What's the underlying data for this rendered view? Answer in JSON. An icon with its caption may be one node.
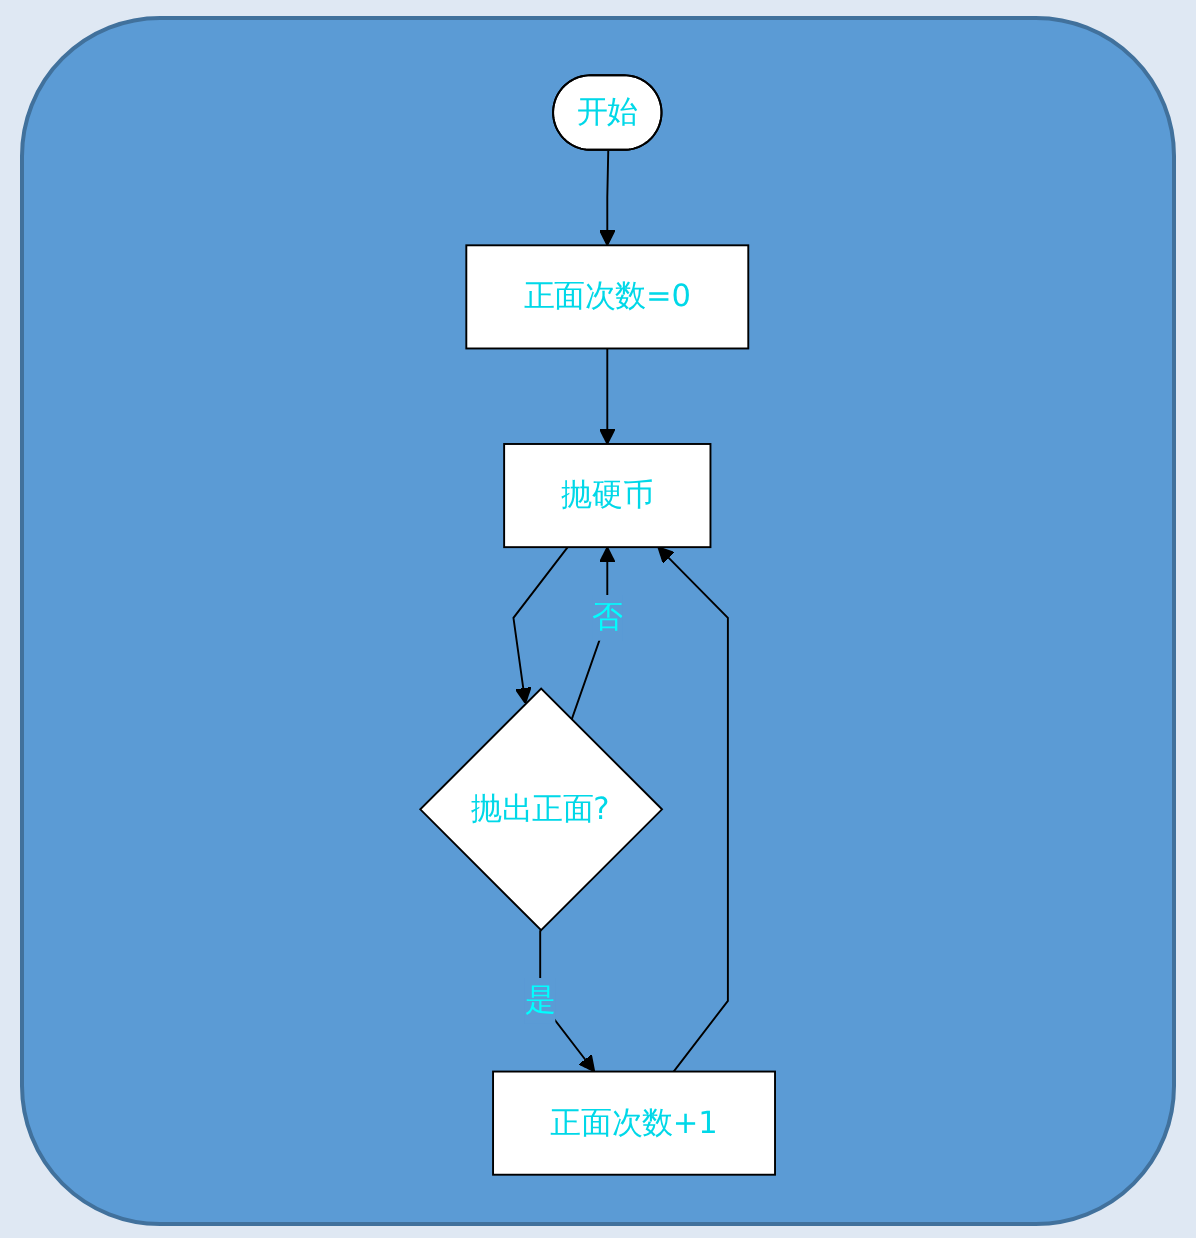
{
  "diagram": {
    "nodes": [
      {
        "text": [
          "开始"
        ]
      },
      {
        "text": [
          "正面次数=0"
        ]
      },
      {
        "text": [
          "抛硬币"
        ]
      },
      {
        "text": [
          "抛出正面?"
        ]
      },
      {
        "text": [
          "正面次数+1"
        ]
      }
    ],
    "edges": [
      {
        "from": 0,
        "to": 1,
        "arrow": "to"
      },
      {
        "from": 1,
        "to": 2,
        "arrow": "to"
      },
      {
        "from": 2,
        "to": 3,
        "arrow": "to"
      },
      {
        "from": 3,
        "to": 4,
        "label": "是",
        "arrow": "to"
      },
      {
        "from": 4,
        "to": 2,
        "arrow": "to"
      },
      {
        "from": 3,
        "to": 2,
        "label": "否",
        "arrow": "to"
      }
    ]
  }
}
